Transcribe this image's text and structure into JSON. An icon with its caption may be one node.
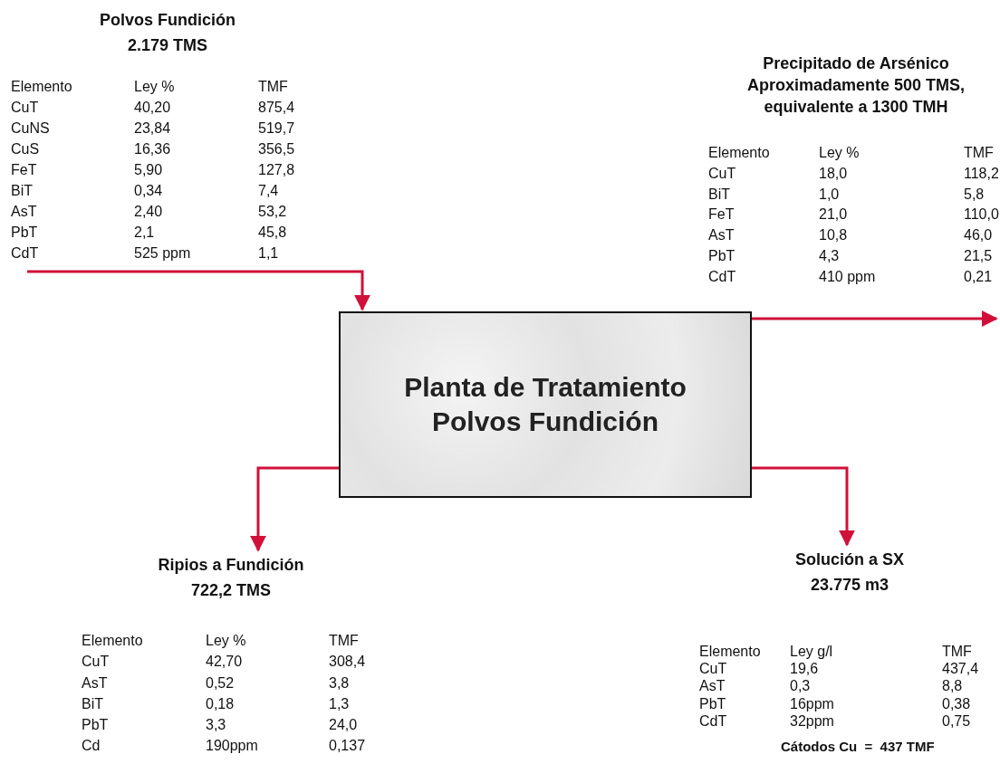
{
  "diagram": {
    "nodes": [
      {
        "text": [
          "Planta de Tratamiento Polvos Fundición"
        ]
      },
      {
        "text": [
          "Ripios a Fundición 722,2 TMS"
        ]
      },
      {
        "text": [
          "Solución a SX 23.775 m3"
        ]
      }
    ],
    "edges": [
      {
        "from": null,
        "to": 0,
        "arrow": "to"
      },
      {
        "from": 0,
        "to": null,
        "arrow": "to"
      },
      {
        "from": 0,
        "to": 1,
        "arrow": "to"
      },
      {
        "from": 0,
        "to": 2,
        "arrow": "to"
      }
    ],
    "labels": [
      "Polvos Fundición 2.179 TMS",
      "Elemento",
      "Ley %",
      "TMF",
      "CuT",
      "40,20",
      "875,4",
      "CuNS",
      "23,84",
      "519,7",
      "CuS",
      "16,36",
      "356,5",
      "FeT",
      "5,90",
      "127,8",
      "BiT",
      "0,34",
      "7,4",
      "AsT",
      "2,40",
      "53,2",
      "PbT",
      "2,1",
      "45,8",
      "CdT",
      "525 ppm",
      "1,1",
      "Precipitado de Arsénico Aproximadamente 500 TMS, equivalente a 1300 TMH",
      "Elemento",
      "Ley %",
      "TMF",
      "CuT",
      "18,0",
      "118,2",
      "BiT",
      "1,0",
      "5,8",
      "FeT",
      "21,0",
      "110,0",
      "AsT",
      "10,8",
      "46,0",
      "PbT",
      "4,3",
      "21,5",
      "CdT",
      "410 ppm",
      "0,21",
      "Elemento",
      "Ley %",
      "TMF",
      "CuT",
      "42,70",
      "308,4",
      "AsT",
      "0,52",
      "3,8",
      "BiT",
      "0,18",
      "1,3",
      "PbT",
      "3,3",
      "24,0",
      "Cd",
      "190ppm",
      "0,137",
      "Elemento",
      "Ley g/l",
      "TMF",
      "CuT",
      "19,6",
      "437,4",
      "AsT",
      "0,3",
      "8,8",
      "PbT",
      "16ppm",
      "0,38",
      "CdT",
      "32ppm",
      "0,75",
      "Cátodos Cu  =  437 TMF"
    ]
  }
}
